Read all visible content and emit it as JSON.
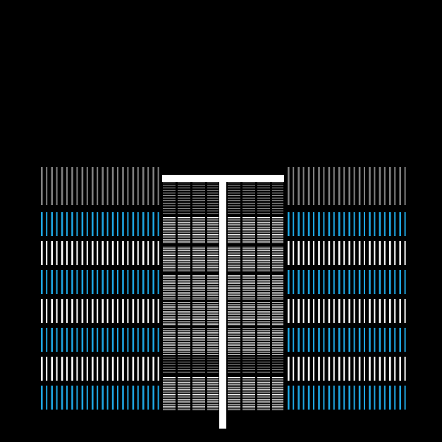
{
  "artwork": {
    "background": "#000000",
    "colors": {
      "gray": "#808080",
      "blue": "#1ea5e0",
      "white": "#ffffff",
      "gray_hatch": "#9a9a9a"
    },
    "side_bands": [
      "gray",
      "blue",
      "white",
      "blue",
      "white",
      "blue",
      "white",
      "blue"
    ],
    "center_bands": [
      "sparse",
      "dense",
      "dense",
      "dense",
      "dense",
      "dense",
      "sparse",
      "dense"
    ],
    "motif": "tee-icon"
  }
}
